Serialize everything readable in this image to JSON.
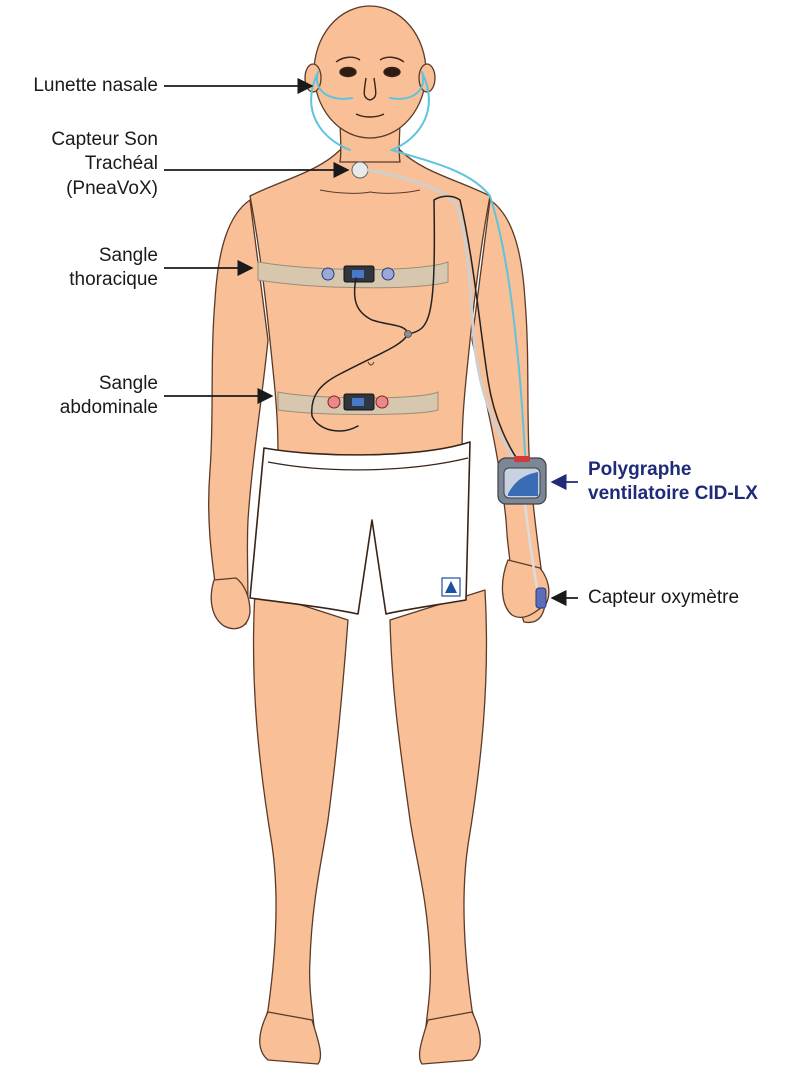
{
  "labels": {
    "nasal_cannula": "Lunette nasale",
    "tracheal_sensor": [
      "Capteur Son",
      "Trachéal",
      "(PneaVoX)"
    ],
    "thoracic_belt": [
      "Sangle",
      "thoracique"
    ],
    "abdominal_belt": [
      "Sangle",
      "abdominale"
    ],
    "polygraph": [
      "Polygraphe",
      "ventilatoire CID-LX"
    ],
    "oximeter": "Capteur oxymètre"
  },
  "colors": {
    "skin": "#f9bf96",
    "skin_outline": "#5a3a28",
    "shorts": "#ffffff",
    "belt": "#d6c7ae",
    "cannula_tube": "#5ec3de",
    "cable": "#222222",
    "device_body": "#7d8794",
    "device_face": "#3a6bb5",
    "brand_text": "#1f2a78",
    "pointer": "#1a1a1a"
  },
  "icons": {
    "shorts_logo": "triangle-logo-icon",
    "belt_buckle": "buckle-icon"
  }
}
